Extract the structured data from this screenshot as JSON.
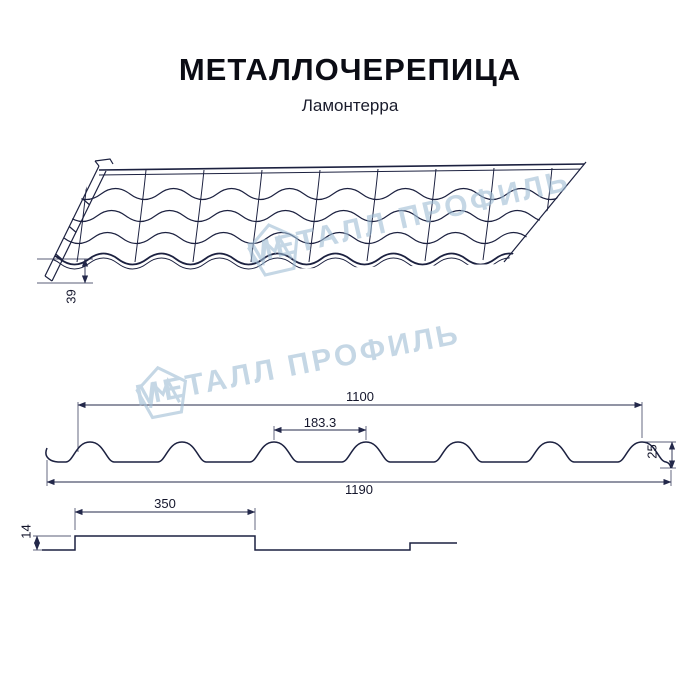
{
  "title": "МЕТАЛЛОЧЕРЕПИЦА",
  "subtitle": "Ламонтерра",
  "watermark": {
    "text": "МЕТАЛЛ ПРОФИЛЬ"
  },
  "dimensions": {
    "eave_overhang": "39",
    "working_width": "1100",
    "wave_pitch": "183.3",
    "profile_height": "25",
    "overall_width": "1190",
    "module_length": "350",
    "step_height": "14"
  }
}
